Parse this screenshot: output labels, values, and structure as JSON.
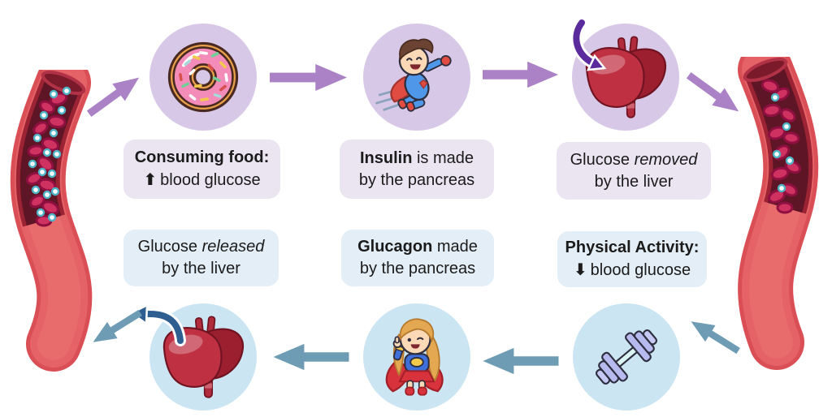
{
  "diagram": {
    "description": "Blood glucose regulation cycle",
    "boxes": {
      "consuming_food": {
        "line1": "Consuming food:",
        "arrow": "⬆",
        "line2": "blood glucose"
      },
      "insulin": {
        "line1_bold": "Insulin",
        "line1_rest": " is made",
        "line2": "by the pancreas"
      },
      "glucose_removed": {
        "line1_pre": "Glucose ",
        "line1_italic": "removed",
        "line2": "by the liver"
      },
      "glucose_released": {
        "line1_pre": "Glucose ",
        "line1_italic": "released",
        "line2": "by the liver"
      },
      "glucagon": {
        "line1_bold": "Glucagon",
        "line1_rest": " made",
        "line2": "by the pancreas"
      },
      "physical_activity": {
        "line1": "Physical Activity:",
        "arrow": "⬇",
        "line2": "blood glucose"
      }
    },
    "icons": {
      "blood_vessel_left": "blood vessel with many glucose dots (high blood glucose)",
      "blood_vessel_right": "blood vessel with few glucose dots (low blood glucose)",
      "donut": "sprinkled donut (food)",
      "superhero_boy": "flying superhero boy (insulin)",
      "liver_top": "liver with arrow in (glucose removed)",
      "supergirl": "supergirl (glucagon)",
      "liver_bottom": "liver with arrow out (glucose released)",
      "dumbbell": "dumbbell (physical activity)"
    },
    "colors": {
      "purple_arrow": "#aa82c5",
      "blue_arrow": "#6d9cb4",
      "dark_purple_curved_arrow": "#5b2b9e",
      "dark_blue_curved_arrow": "#2f5f91",
      "purple_circle_bg": "#d8c8e7",
      "blue_circle_bg": "#cbe5f2",
      "purple_box_bg": "#ebe5f1",
      "blue_box_bg": "#e4eef6",
      "vessel_red": "#e05a5e",
      "vessel_interior": "#5e1626"
    }
  }
}
